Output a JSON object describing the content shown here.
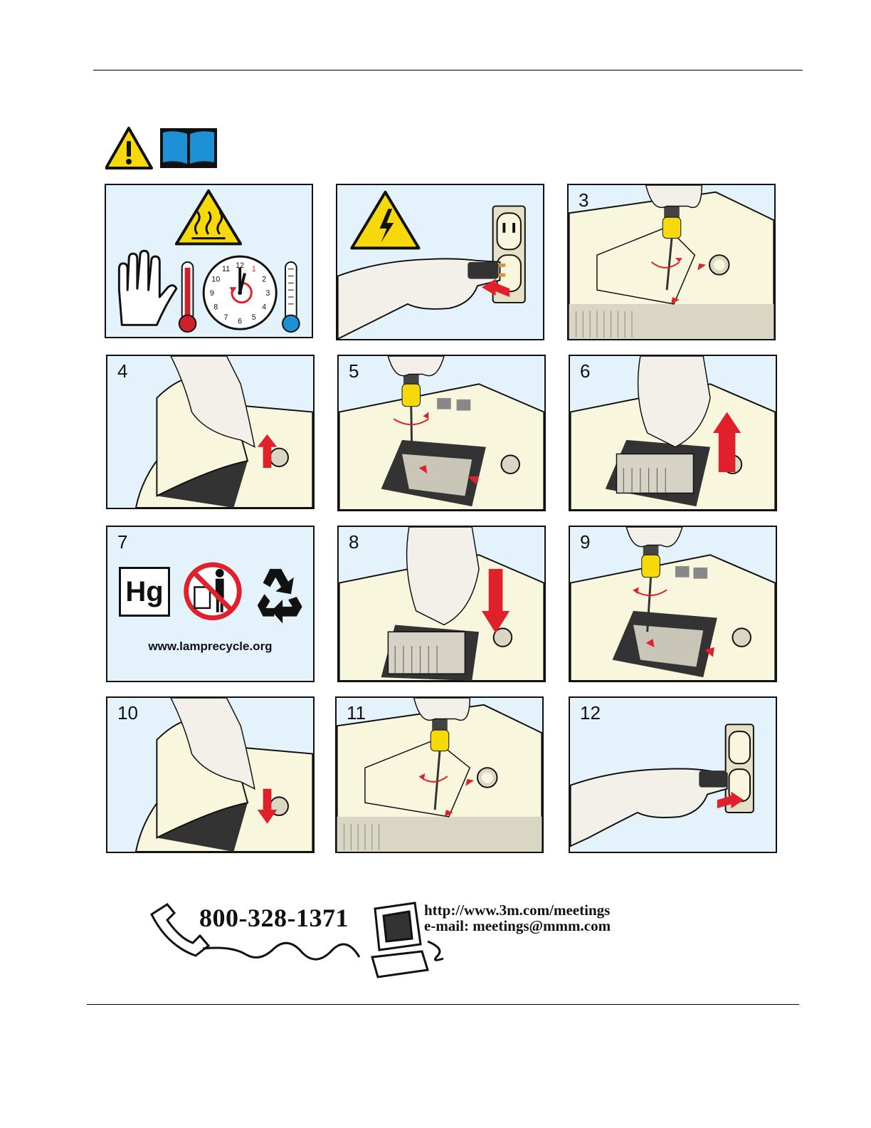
{
  "steps": [
    {
      "number": "",
      "scene": "hot-warning"
    },
    {
      "number": "",
      "scene": "unplug"
    },
    {
      "number": "3",
      "scene": "unscrew-cover"
    },
    {
      "number": "4",
      "scene": "remove-cover"
    },
    {
      "number": "5",
      "scene": "unscrew-lamp"
    },
    {
      "number": "6",
      "scene": "lift-lamp"
    },
    {
      "number": "7",
      "scene": "recycle"
    },
    {
      "number": "8",
      "scene": "insert-lamp"
    },
    {
      "number": "9",
      "scene": "screw-lamp"
    },
    {
      "number": "10",
      "scene": "replace-cover"
    },
    {
      "number": "11",
      "scene": "screw-cover"
    },
    {
      "number": "12",
      "scene": "plug-in"
    }
  ],
  "recycle": {
    "hg_label": "Hg",
    "url": "www.lamprecycle.org"
  },
  "clock": {
    "numbers": [
      "12",
      "1",
      "2",
      "3",
      "4",
      "5",
      "6",
      "7",
      "8",
      "9",
      "10",
      "11"
    ]
  },
  "contact": {
    "phone": "800-328-1371",
    "web": "http://www.3m.com/meetings",
    "email": "e-mail: meetings@mmm.com"
  },
  "colors": {
    "panel_bg": "#e4f2fb",
    "warning_yellow": "#f5d90a",
    "manual_blue": "#1e90d6",
    "arrow_red": "#e0202a",
    "projector_body": "#f8f6dc"
  },
  "icons": [
    "warning-triangle-icon",
    "manual-book-icon",
    "hot-surface-icon",
    "electric-hazard-icon",
    "mercury-icon",
    "no-trash-icon",
    "recycle-icon",
    "telephone-icon",
    "computer-icon"
  ]
}
